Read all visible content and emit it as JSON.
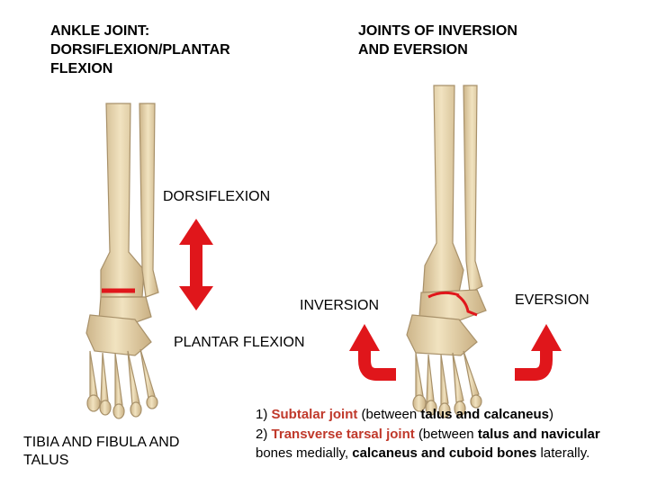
{
  "titles": {
    "left": "ANKLE JOINT:\nDORSIFLEXION/PLANTAR\nFLEXION",
    "right": "JOINTS OF INVERSION\nAND EVERSION"
  },
  "labels": {
    "dorsiflexion": "DORSIFLEXION",
    "plantar_flexion": "PLANTAR FLEXION",
    "inversion": "INVERSION",
    "eversion": "EVERSION",
    "tibia_fibula_talus": "TIBIA AND FIBULA AND TALUS"
  },
  "notes": {
    "line1": {
      "num": "1)",
      "joint": "Subtalar joint",
      "open": "(between",
      "bone_a": "talus",
      "and": "and",
      "bone_b": "calcaneus",
      "close": ")"
    },
    "line2": {
      "num": "2)",
      "joint": "Transverse tarsal joint",
      "open": "(between",
      "bone_a": "talus and navicular",
      "mid": "bones medially,",
      "bone_b": "calcaneus and cuboid bones",
      "end": "laterally."
    }
  },
  "colors": {
    "highlight": "#c0392b",
    "arrow": "#e0161b",
    "bone": "#ecdcb4",
    "bone_edge": "#a8916a"
  },
  "icons": {
    "double_arrow": "double-headed-vertical-arrow",
    "curved_arrow": "curved-arrow"
  }
}
